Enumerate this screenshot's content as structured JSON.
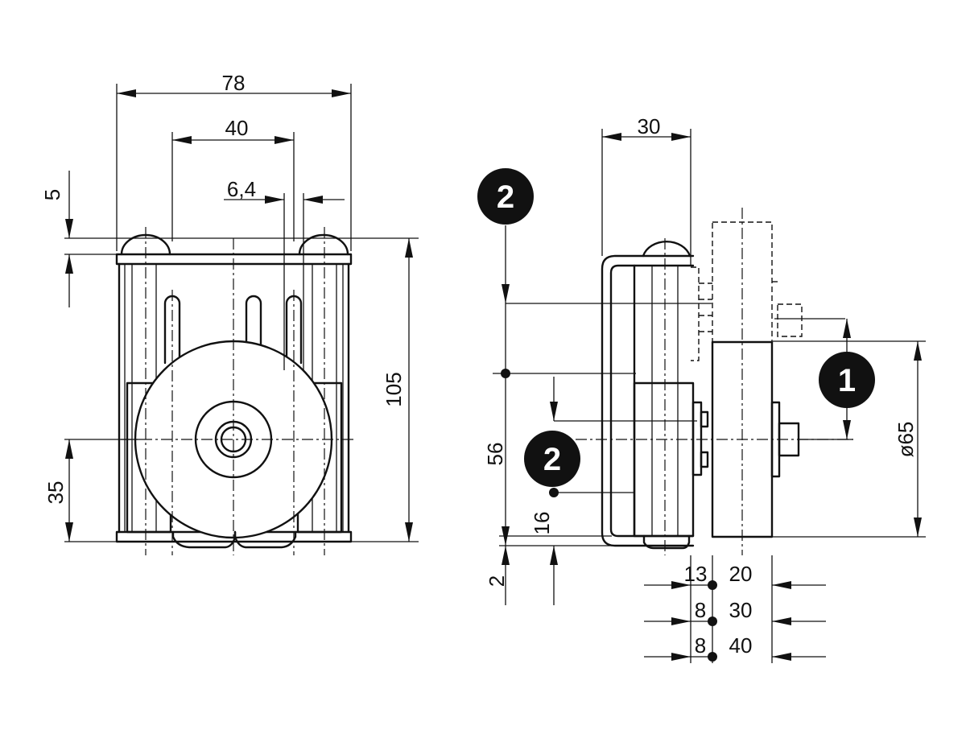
{
  "front_view": {
    "dim_overall_width": "78",
    "dim_slot_spacing": "40",
    "dim_slot_width": "6,4",
    "dim_cap_height": "5",
    "dim_overall_height": "105",
    "dim_wheel_center_height": "35"
  },
  "side_view": {
    "dim_depth": "30",
    "dim_wheel_diameter": "ø65",
    "dim_vertical_56": "56",
    "dim_vertical_16": "16",
    "dim_vertical_2": "2",
    "offset_rows": [
      {
        "left": "13",
        "right": "20"
      },
      {
        "left": "8",
        "right": "30"
      },
      {
        "left": "8",
        "right": "40"
      }
    ]
  },
  "callouts": [
    {
      "id": "callout-1",
      "label": "1"
    },
    {
      "id": "callout-2-upper",
      "label": "2"
    },
    {
      "id": "callout-2-lower",
      "label": "2"
    }
  ]
}
